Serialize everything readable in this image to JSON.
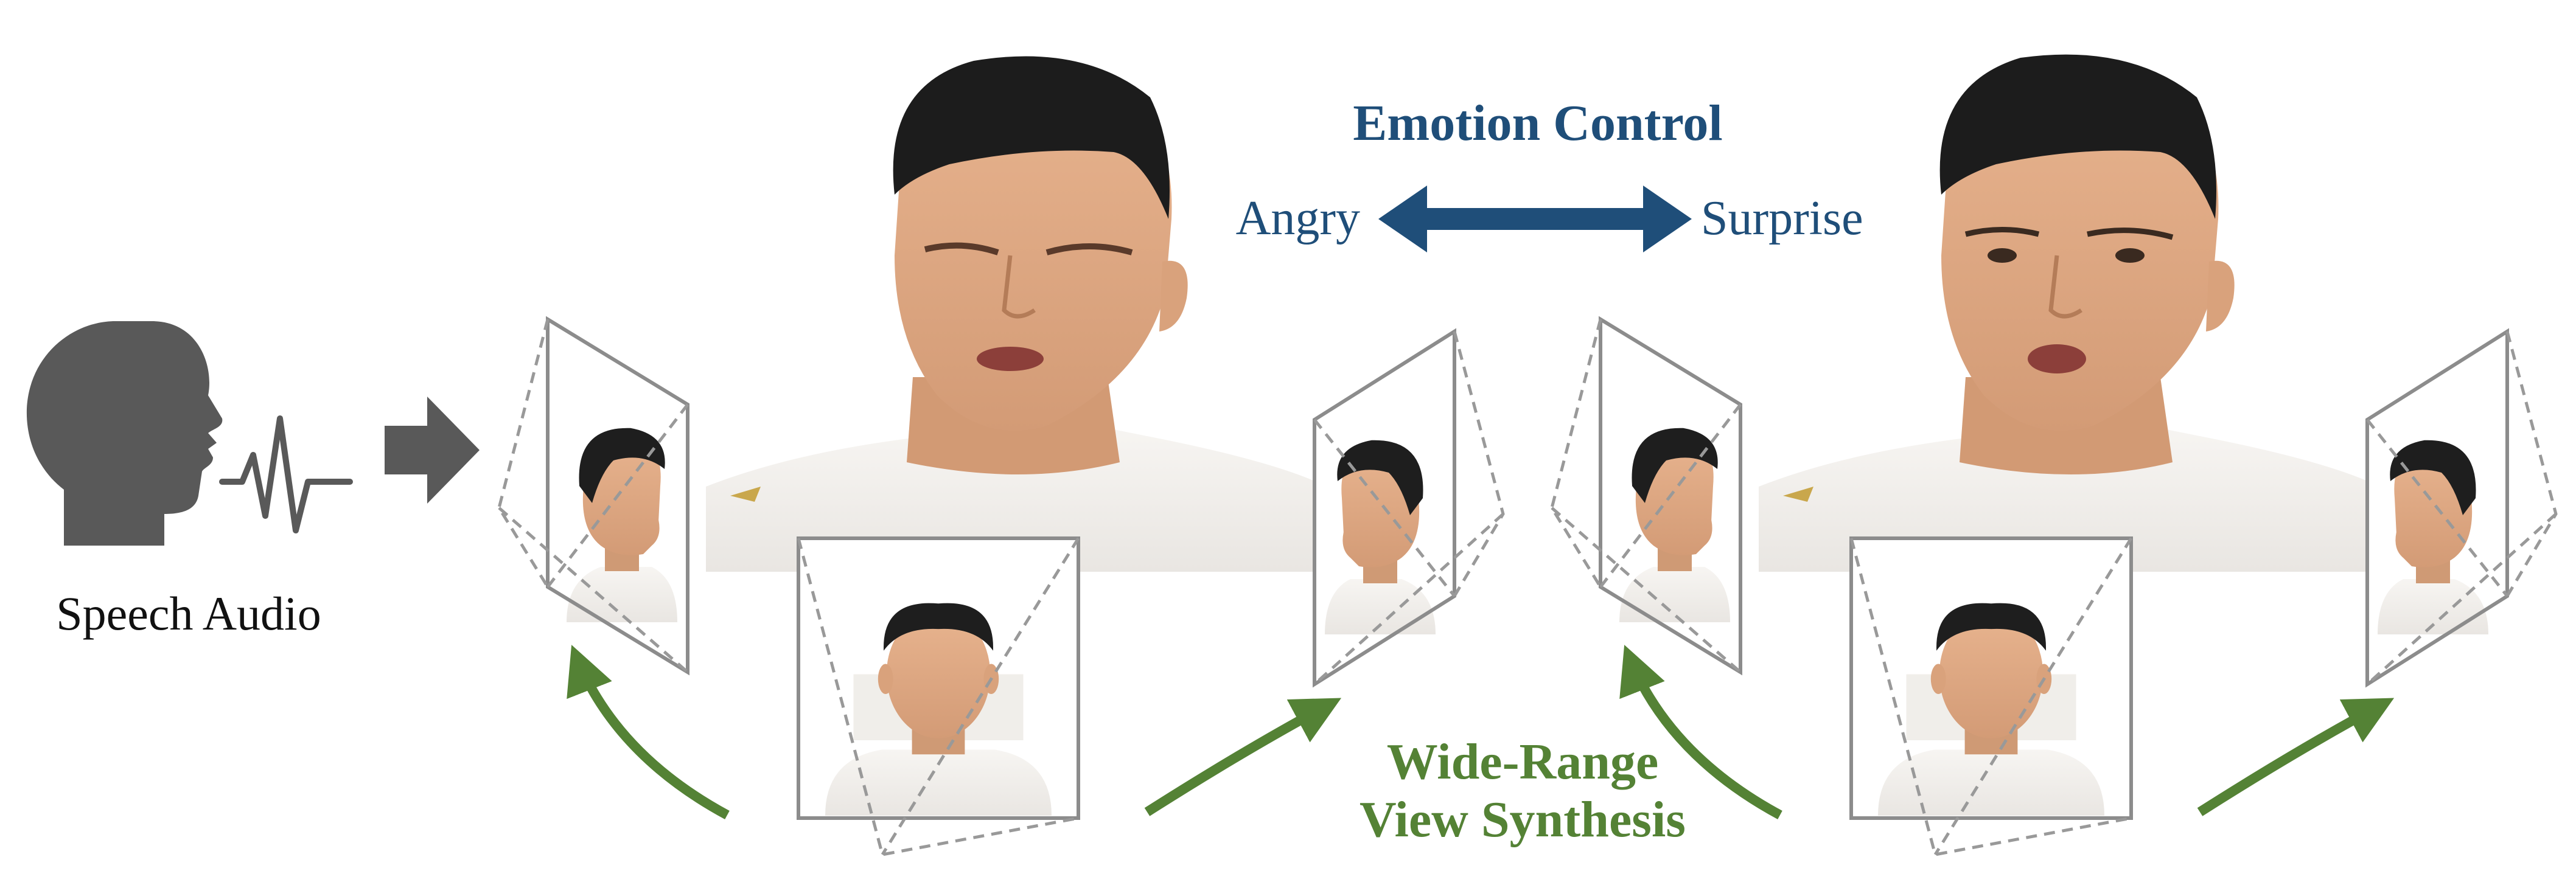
{
  "input": {
    "label": "Speech Audio",
    "icon": "speaking-head-icon",
    "waveform_icon": "audio-waveform-icon",
    "arrow_icon": "right-arrow-icon"
  },
  "emotion_control": {
    "title": "Emotion Control",
    "left_label": "Angry",
    "right_label": "Surprise",
    "color": "#1f4e79"
  },
  "view_synthesis": {
    "line1": "Wide-Range",
    "line2": "View Synthesis",
    "color": "#548235"
  },
  "colors": {
    "dark_icon": "#595959",
    "frame_gray": "#8c8c8c",
    "dashed_gray": "#999999"
  }
}
